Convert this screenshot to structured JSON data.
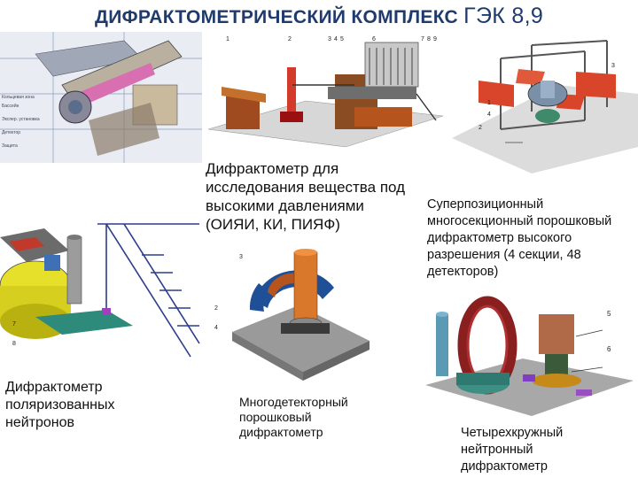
{
  "title": {
    "main": "ДИФРАКТОМЕТРИЧЕСКИЙ КОМПЛЕКС",
    "suffix": "ГЭК 8,9"
  },
  "captions": {
    "high_pressure": [
      "Дифрактометр для",
      "исследования вещества под",
      "высокими давлениями",
      "(ОИЯИ, КИ, ПИЯФ)"
    ],
    "superposition": [
      "Суперпозиционный",
      "многосекционный порошковый",
      "дифрактометр высокого",
      "разрешения (4 секции, 48",
      "детекторов)"
    ],
    "polarized": [
      "Дифрактометр",
      "поляризованных",
      "нейтронов"
    ],
    "multidetector": [
      "Многодетекторный",
      "порошковый",
      "дифрактометр"
    ],
    "four_circle": [
      "Четырехкружный",
      "нейтронный",
      "дифрактометр"
    ]
  },
  "drawing_labels": {
    "high_pressure_parts": [
      "1",
      "2",
      "3",
      "4",
      "5",
      "6",
      "7",
      "8",
      "9"
    ],
    "superposition_parts": [
      "1",
      "2",
      "3",
      "4"
    ],
    "polarized_parts": [
      "7",
      "8"
    ],
    "multidetector_parts": [
      "2",
      "3",
      "4"
    ],
    "four_circle_parts": [
      "5",
      "6"
    ]
  },
  "colors": {
    "title": "#1f3b6e",
    "accent_red": "#c0392b",
    "floor_gray": "#9a9a9a"
  }
}
